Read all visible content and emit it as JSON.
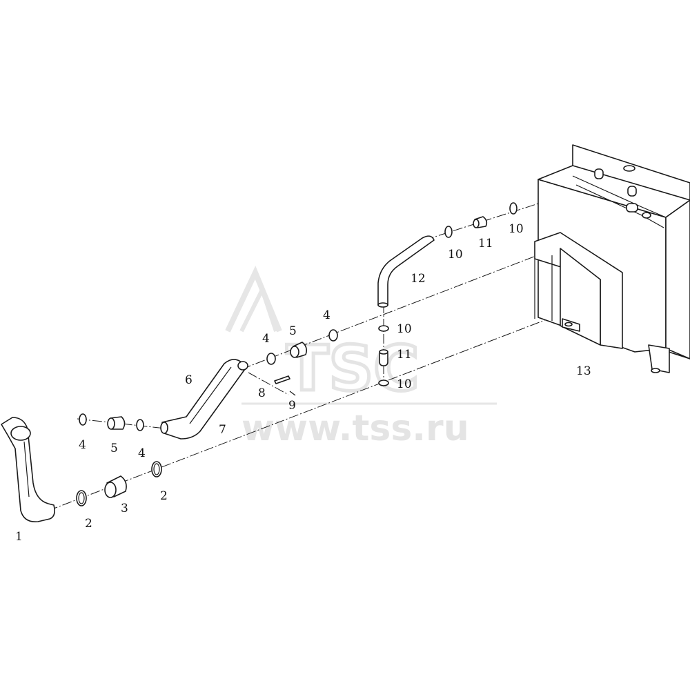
{
  "watermark": {
    "logo": "TSC",
    "url": "www.tss.ru"
  },
  "callouts": {
    "c1": "1",
    "c2a": "2",
    "c2b": "2",
    "c3": "3",
    "c4a": "4",
    "c4b": "4",
    "c4c": "4",
    "c4d": "4",
    "c5a": "5",
    "c5b": "5",
    "c6": "6",
    "c7": "7",
    "c8": "8",
    "c9": "9",
    "c10a": "10",
    "c10b": "10",
    "c10c": "10",
    "c10d": "10",
    "c11a": "11",
    "c11b": "11",
    "c12": "12",
    "c13": "13"
  }
}
